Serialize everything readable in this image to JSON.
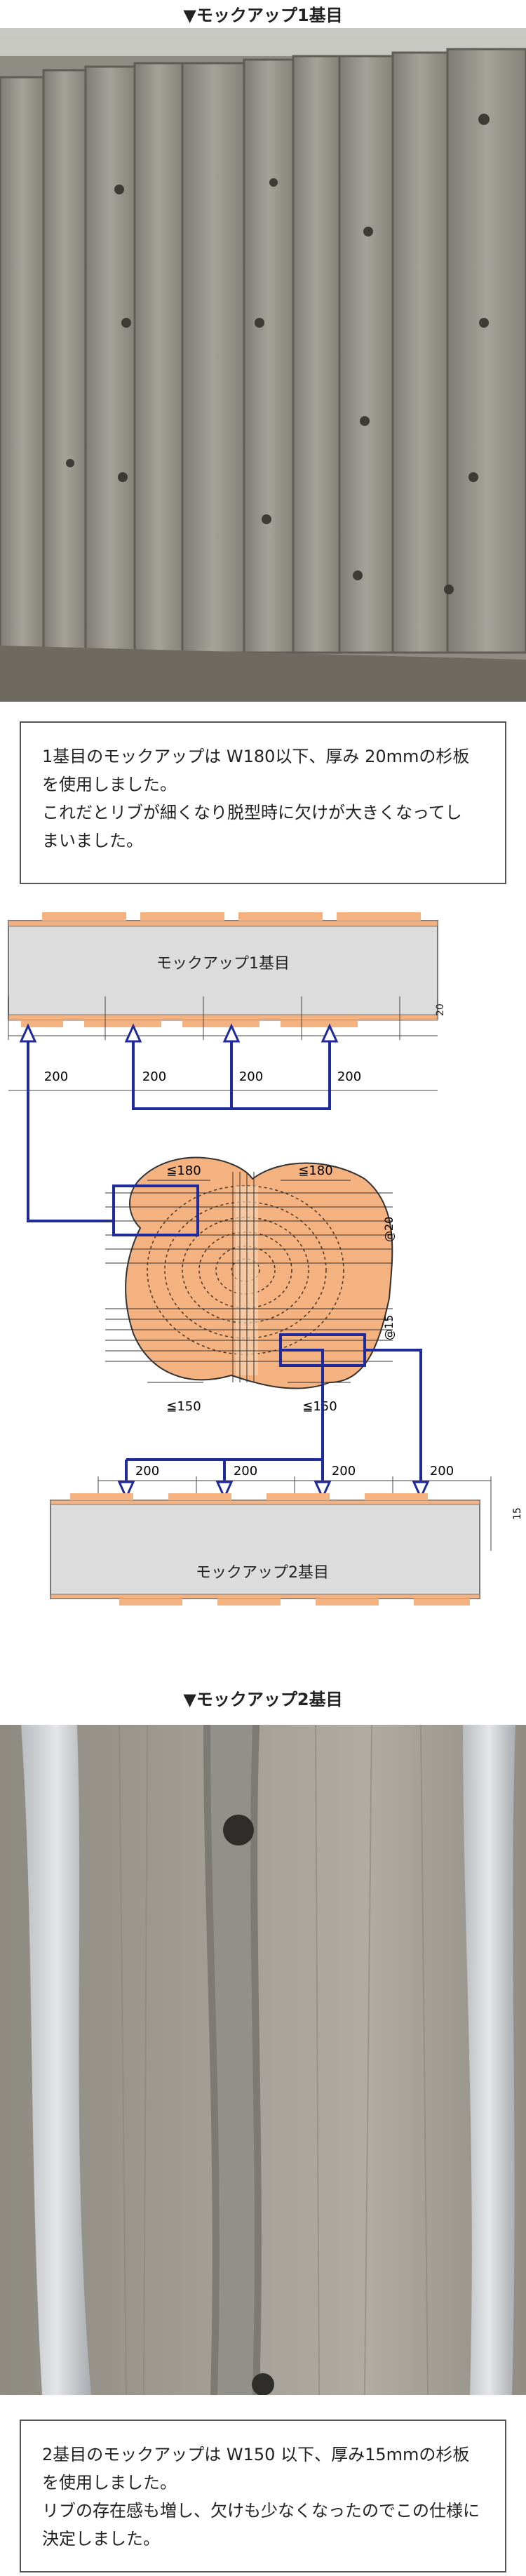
{
  "mockup1": {
    "caption": "▼モックアップ1基目",
    "note_line1": "1基目のモックアップは W180以下、厚み 20mmの杉板",
    "note_line2": "を使用しました。",
    "note_line3": "これだとリブが細くなり脱型時に欠けが大きくなってし",
    "note_line4": "まいました。"
  },
  "diagram": {
    "top_label": "モックアップ1基目",
    "top_thickness": "20",
    "top_spacing": [
      "200",
      "200",
      "200",
      "200"
    ],
    "width_top_left": "≦180",
    "width_top_right": "≦180",
    "pitch_top": "@20",
    "pitch_bottom": "@15",
    "width_bottom_left": "≦150",
    "width_bottom_right": "≦150",
    "bottom_spacing": [
      "200",
      "200",
      "200",
      "200"
    ],
    "bottom_thickness": "15",
    "bottom_label": "モックアップ2基目"
  },
  "mockup2": {
    "caption": "▼モックアップ2基目",
    "note_line1": "2基目のモックアップは W150 以下、厚み15mmの杉板",
    "note_line2": "を使用しました。",
    "note_line3": "リブの存在感も増し、欠けも少なくなったのでこの仕様に",
    "note_line4": "決定しました。"
  },
  "colors": {
    "accent_blue": "#1f2a9c",
    "wood_orange": "#f3b27f",
    "panel_gray": "#dcdcdc"
  }
}
